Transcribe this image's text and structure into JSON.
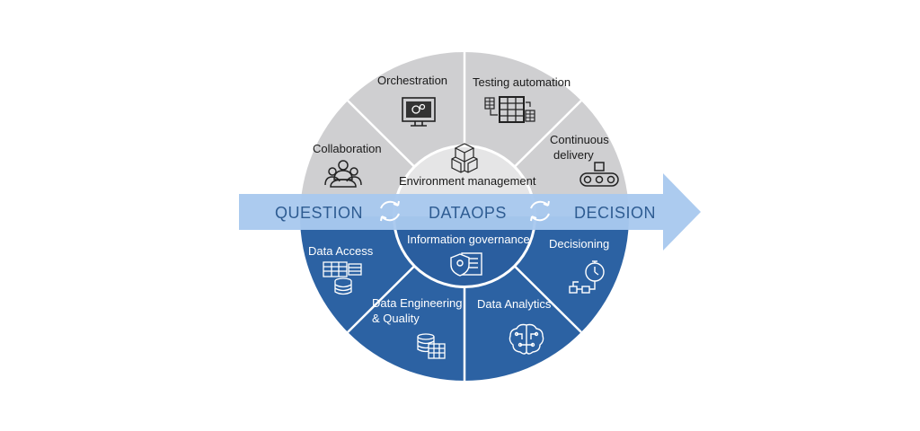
{
  "diagram": {
    "top_segments": {
      "orchestration": "Orchestration",
      "testing_automation": "Testing automation",
      "collaboration": "Collaboration",
      "continuous_delivery_1": "Continuous",
      "continuous_delivery_2": "delivery"
    },
    "center": {
      "environment_management": "Environment management",
      "information_governance": "Information governance"
    },
    "arrow": {
      "left": "QUESTION",
      "middle": "DATAOPS",
      "right": "DECISION"
    },
    "bottom_segments": {
      "data_access": "Data Access",
      "decisioning": "Decisioning",
      "data_engineering_1": "Data Engineering",
      "data_engineering_2": "& Quality",
      "data_analytics": "Data Analytics"
    },
    "colors": {
      "top_fill": "#cfcfd1",
      "bottom_fill": "#2c62a3",
      "arrow_fill": "#a9c9ee",
      "center_top": "#e5e5e6",
      "center_bottom": "#2a5e9f",
      "divider": "#ffffff"
    },
    "icons": {
      "orchestration": "monitor-gear-icon",
      "testing_automation": "spreadsheet-table-icon",
      "collaboration": "people-group-icon",
      "continuous_delivery": "conveyor-belt-icon",
      "environment_management": "cubes-icon",
      "information_governance": "shield-document-icon",
      "data_access": "database-table-icon",
      "decisioning": "stopwatch-flow-icon",
      "data_engineering": "database-grid-icon",
      "data_analytics": "brain-circuit-icon",
      "cycle": "refresh-cycle-icon"
    }
  }
}
